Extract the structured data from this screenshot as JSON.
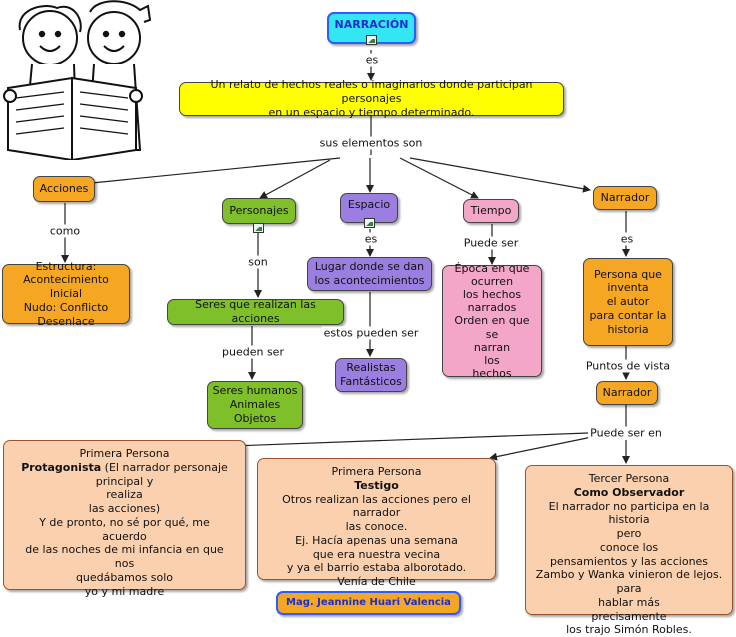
{
  "colors": {
    "cyan": "#33e6f2",
    "yellow": "#ffff00",
    "orange": "#f5a623",
    "green": "#7fbf2a",
    "purple": "#9a7fe0",
    "pink": "#f3a6c8",
    "peach": "#fbd0ae",
    "line": "#222222"
  },
  "nodes": {
    "narracion": "NARRACIÓN",
    "definicion": [
      "Un relato de hechos reales o imaginarios donde participan personajes",
      "en un espacio y tiempo determinado."
    ],
    "acciones": "Acciones",
    "personajes": "Personajes",
    "espacio": "Espacio",
    "tiempo": "Tiempo",
    "narrador": "Narrador",
    "estructura": [
      "Estructura:",
      "Acontecimiento Inicial",
      "Nudo: Conflicto",
      "Desenlace"
    ],
    "seres_realizan": "Seres que realizan las acciones",
    "seres_humanos": [
      "Seres humanos",
      "Animales",
      "Objetos"
    ],
    "lugar": [
      "Lugar donde se dan",
      "los acontecimientos"
    ],
    "realistas": [
      "Realistas",
      "Fantásticos"
    ],
    "epoca": [
      "Época en que",
      "ocurren",
      "los hechos",
      "narrados",
      "Orden en que se",
      "narran",
      "los",
      "hechos"
    ],
    "persona": [
      "Persona que",
      "inventa",
      "el autor",
      "para contar la",
      "historia"
    ],
    "narrador2": "Narrador",
    "primera1": {
      "title": "Primera Persona",
      "bold": "Protagonista",
      "lines": [
        " (El narrador personaje",
        "principal y",
        "realiza",
        "las acciones)",
        "Y de pronto, no sé por qué, me",
        "acuerdo",
        "de las noches de mi infancia en que",
        "nos",
        "quedábamos solo",
        "yo y mi madre"
      ]
    },
    "primera2": {
      "title": "Primera Persona",
      "bold": "Testigo",
      "lines": [
        "Otros realizan las acciones pero el narrador",
        "las conoce.",
        "Ej. Hacía apenas una semana",
        "que era nuestra vecina",
        "y ya el barrio estaba alborotado.",
        "Venía de Chile"
      ]
    },
    "tercer": {
      "title": "Tercer Persona",
      "bold": "Como Observador",
      "lines": [
        "El narrador no participa en la historia",
        "pero",
        "conoce los",
        "pensamientos y las acciones",
        "Zambo y Wanka vinieron de lejos.",
        "para",
        "hablar más",
        "precisamente",
        "los trajo  Simón Robles."
      ]
    },
    "autor": "Mag. Jeannine Huari Valencia"
  },
  "labels": {
    "es1": "es",
    "sus_elementos": "sus elementos son",
    "como": "como",
    "son": "son",
    "es2": "es",
    "puede_ser": "Puede ser",
    "es3": "es",
    "pueden_ser": "pueden ser",
    "estos_pueden": "estos pueden ser",
    "puntos_vista": "Puntos de vista",
    "puede_ser_en": "Puede ser en"
  },
  "icons": [
    "image-icon",
    "children-reading-illustration"
  ]
}
